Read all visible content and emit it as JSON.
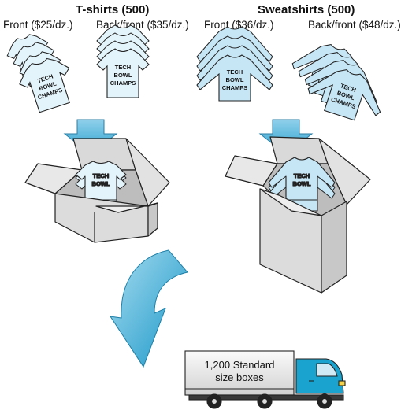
{
  "tshirts": {
    "title": "T-shirts (500)",
    "front_label": "Front ($25/dz.)",
    "backfront_label": "Back/front ($35/dz.)"
  },
  "sweatshirts": {
    "title": "Sweatshirts (500)",
    "front_label": "Front ($36/dz.)",
    "backfront_label": "Back/front ($48/dz.)"
  },
  "shirt_print": {
    "line1": "TECH",
    "line2": "BOWL",
    "line3": "CHAMPS"
  },
  "truck": {
    "line1": "1,200 Standard",
    "line2": "size boxes"
  },
  "colors": {
    "shirt_fill": "#e4f4fb",
    "sweat_fill": "#c6e6f6",
    "arrow_blue": "#3aa9d4",
    "box_fill": "#e6e6e6",
    "cab_blue": "#1aa3cf"
  }
}
